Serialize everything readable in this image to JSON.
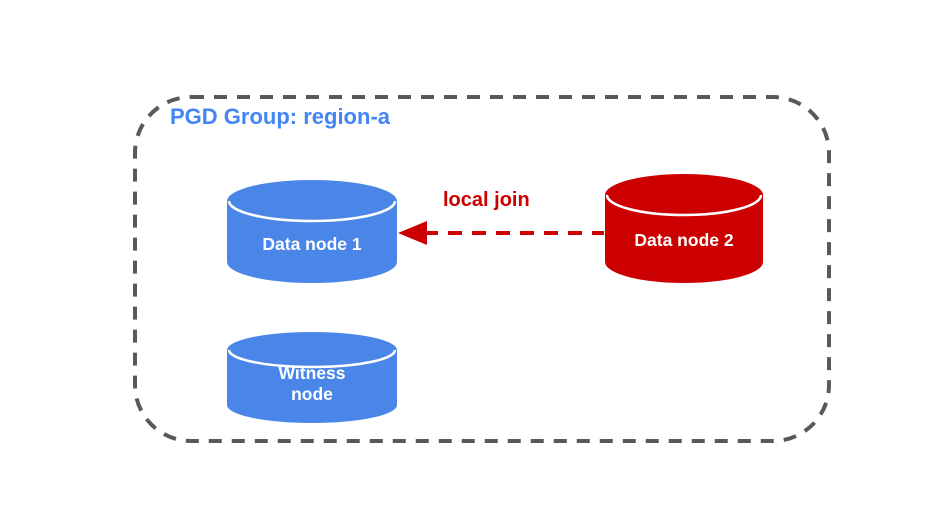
{
  "diagram": {
    "background": "#ffffff",
    "group": {
      "title": "PGD Group: region-a",
      "title_color": "#4285F4",
      "border_color": "#595959",
      "border_style": "dashed-rounded-rectangle"
    },
    "nodes": {
      "data_node_1": {
        "label": "Data node 1",
        "shape": "cylinder",
        "color": "#4A86E8",
        "text_color": "#ffffff"
      },
      "data_node_2": {
        "label": "Data node 2",
        "shape": "cylinder",
        "color": "#CC0000",
        "text_color": "#ffffff"
      },
      "witness_node": {
        "label": "Witness node",
        "lines": [
          "Witness",
          "node"
        ],
        "shape": "cylinder",
        "color": "#4A86E8",
        "text_color": "#ffffff"
      }
    },
    "arrow": {
      "label": "local join",
      "color": "#CC0000",
      "style": "dashed",
      "from": "data_node_2",
      "to": "data_node_1",
      "direction": "right-to-left"
    }
  }
}
